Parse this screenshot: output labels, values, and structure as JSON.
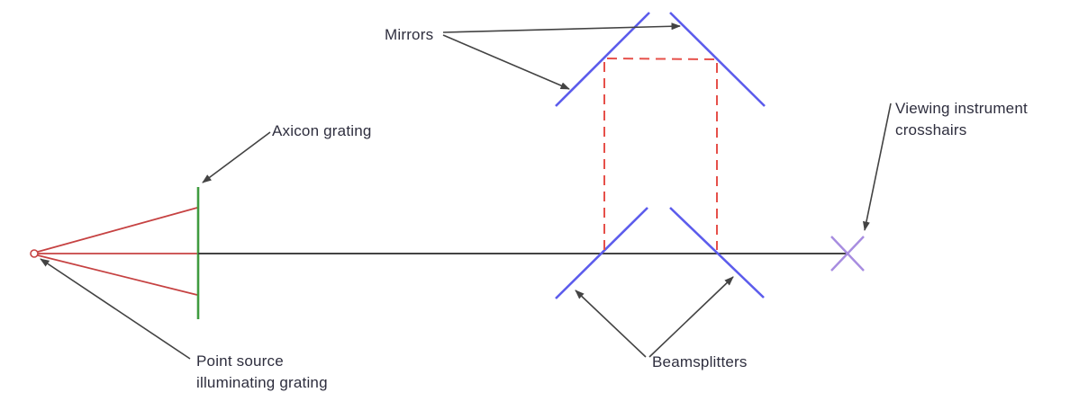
{
  "diagram": {
    "labels": {
      "mirrors": "Mirrors",
      "axicon_grating": "Axicon grating",
      "viewing_crosshairs": [
        "Viewing instrument",
        "crosshairs"
      ],
      "point_source": [
        "Point source",
        "illuminating grating"
      ],
      "beamsplitters": "Beamsplitters"
    },
    "colors": {
      "beam-red": "#c64242",
      "path-red": "#e6504a",
      "grating-green": "#3f9b3f",
      "optic-blue": "#5c5cec",
      "crosshair-purple": "#a78ce0",
      "ink": "#434343",
      "text": "#2e2e3e"
    }
  }
}
